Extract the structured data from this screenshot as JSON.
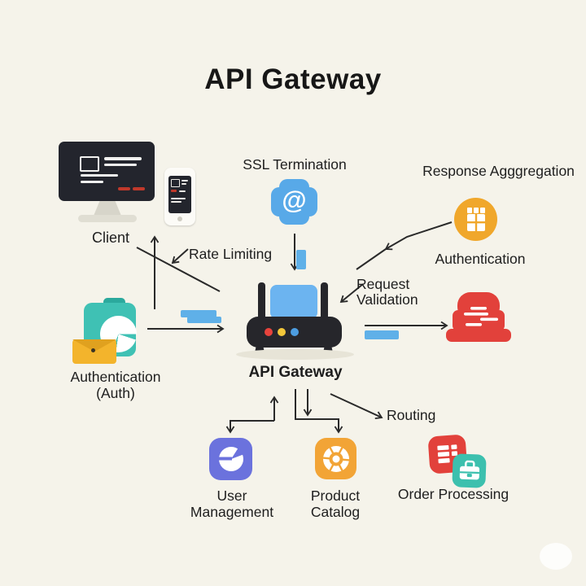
{
  "title": "API Gateway",
  "nodes": {
    "client": {
      "label": "Client"
    },
    "ssl_termination": {
      "label": "SSL Termination",
      "glyph": "@"
    },
    "response_aggregation": {
      "label": "Response Agggregation"
    },
    "authentication_service": {
      "label": "Authentication"
    },
    "client_auth": {
      "label_lines": [
        "Authentication",
        "(Auth)"
      ]
    },
    "api_gateway": {
      "label": "API Gateway"
    },
    "user_management": {
      "label_lines": [
        "User",
        "Management"
      ]
    },
    "product_catalog": {
      "label_lines": [
        "Product",
        "Catalog"
      ]
    },
    "order_processing": {
      "label": "Order Processing"
    }
  },
  "annotations": {
    "rate_limiting": "Rate Limiting",
    "request_validation_lines": [
      "Request",
      "Validation"
    ],
    "routing": "Routing"
  },
  "palette": {
    "background": "#f5f3ea",
    "text": "#1e1e1e",
    "connector": "#2a2a2a",
    "ssl_blue": "#58a9e8",
    "packet_blue": "#5fb0e8",
    "gateway_screen_blue": "#6cb4f0",
    "teal": "#3fc1b4",
    "amber_circle": "#f0a72b",
    "envelope_yellow": "#f3b42c",
    "red": "#e2413b",
    "purple": "#6b72dd",
    "product_orange": "#f2a436",
    "order_teal": "#3cc0ae",
    "device_black": "#26262b"
  }
}
